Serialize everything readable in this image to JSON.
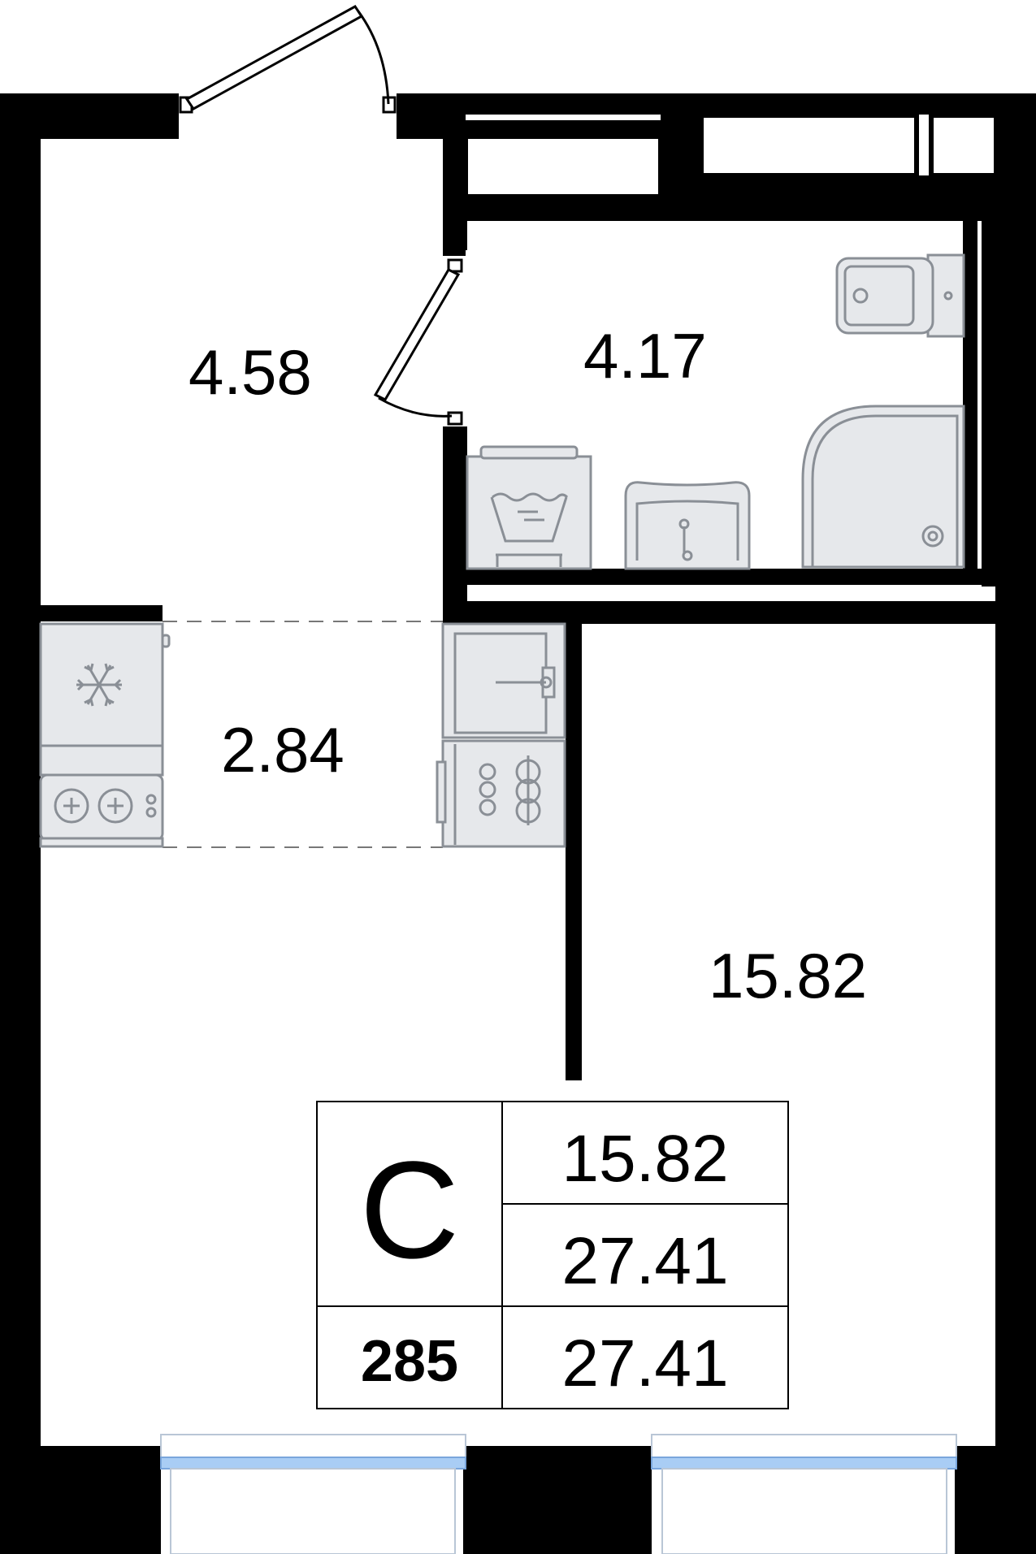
{
  "rooms": {
    "hall": {
      "area": "4.58"
    },
    "bathroom": {
      "area": "4.17"
    },
    "kitchen": {
      "area": "2.84"
    },
    "living": {
      "area": "15.82"
    }
  },
  "info": {
    "type_letter": "С",
    "apartment_number": "285",
    "living_area": "15.82",
    "total_area": "27.41",
    "area_with_balcony": "27.41"
  },
  "icons": {
    "fridge": "snowflake-icon",
    "hob": "hob-icon",
    "washer": "washing-machine-icon",
    "sink": "sink-icon",
    "shower": "shower-icon",
    "toilet": "toilet-icon",
    "oven": "oven-icon",
    "dishwasher": "dishwasher-icon"
  },
  "colors": {
    "wall": "#000000",
    "fixture_fill": "#e6e8eb",
    "fixture_stroke": "#8a8f96",
    "window_glass": "#a9cdf5"
  }
}
